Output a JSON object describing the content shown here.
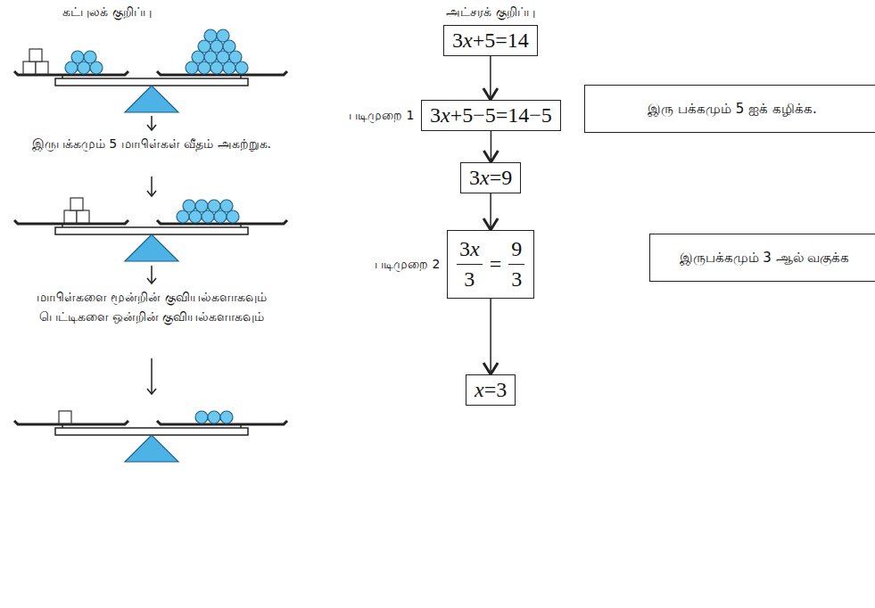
{
  "diagram": {
    "nodes": [
      {
        "text": [
          "3x+5=14"
        ]
      },
      {
        "text": [
          "3x+5−5=14−5"
        ]
      },
      {
        "text": [
          "இரு பக்கமும் 5 ஐக் கழிக்க."
        ]
      },
      {
        "text": [
          "3x=9"
        ]
      },
      {
        "text": [
          "3x",
          "3",
          "=",
          "9",
          "3"
        ]
      },
      {
        "text": [
          "இருபக்கமும் 3 ஆல் வகுக்க"
        ]
      },
      {
        "text": [
          "x=3"
        ]
      }
    ],
    "edges": [
      {
        "from": 0,
        "to": 1,
        "arrow": "to"
      },
      {
        "from": 1,
        "to": 3,
        "arrow": "to"
      },
      {
        "from": 3,
        "to": 4,
        "arrow": "to"
      },
      {
        "from": 4,
        "to": 6,
        "arrow": "to"
      }
    ],
    "labels": [
      "கட்புலக் குறிப்பு",
      "அட்சரக் குறிப்பு",
      "இருபக்கமும் 5 மாபிள்கள் வீதம் அகற்றுக.",
      "மாபிள்களை மூன்றின் குவியல்களாகவும் பெட்டிகளை ஒன்றின் குவியல்களாகவும்",
      "படிமுறை 1",
      "படிமுறை 2"
    ]
  }
}
